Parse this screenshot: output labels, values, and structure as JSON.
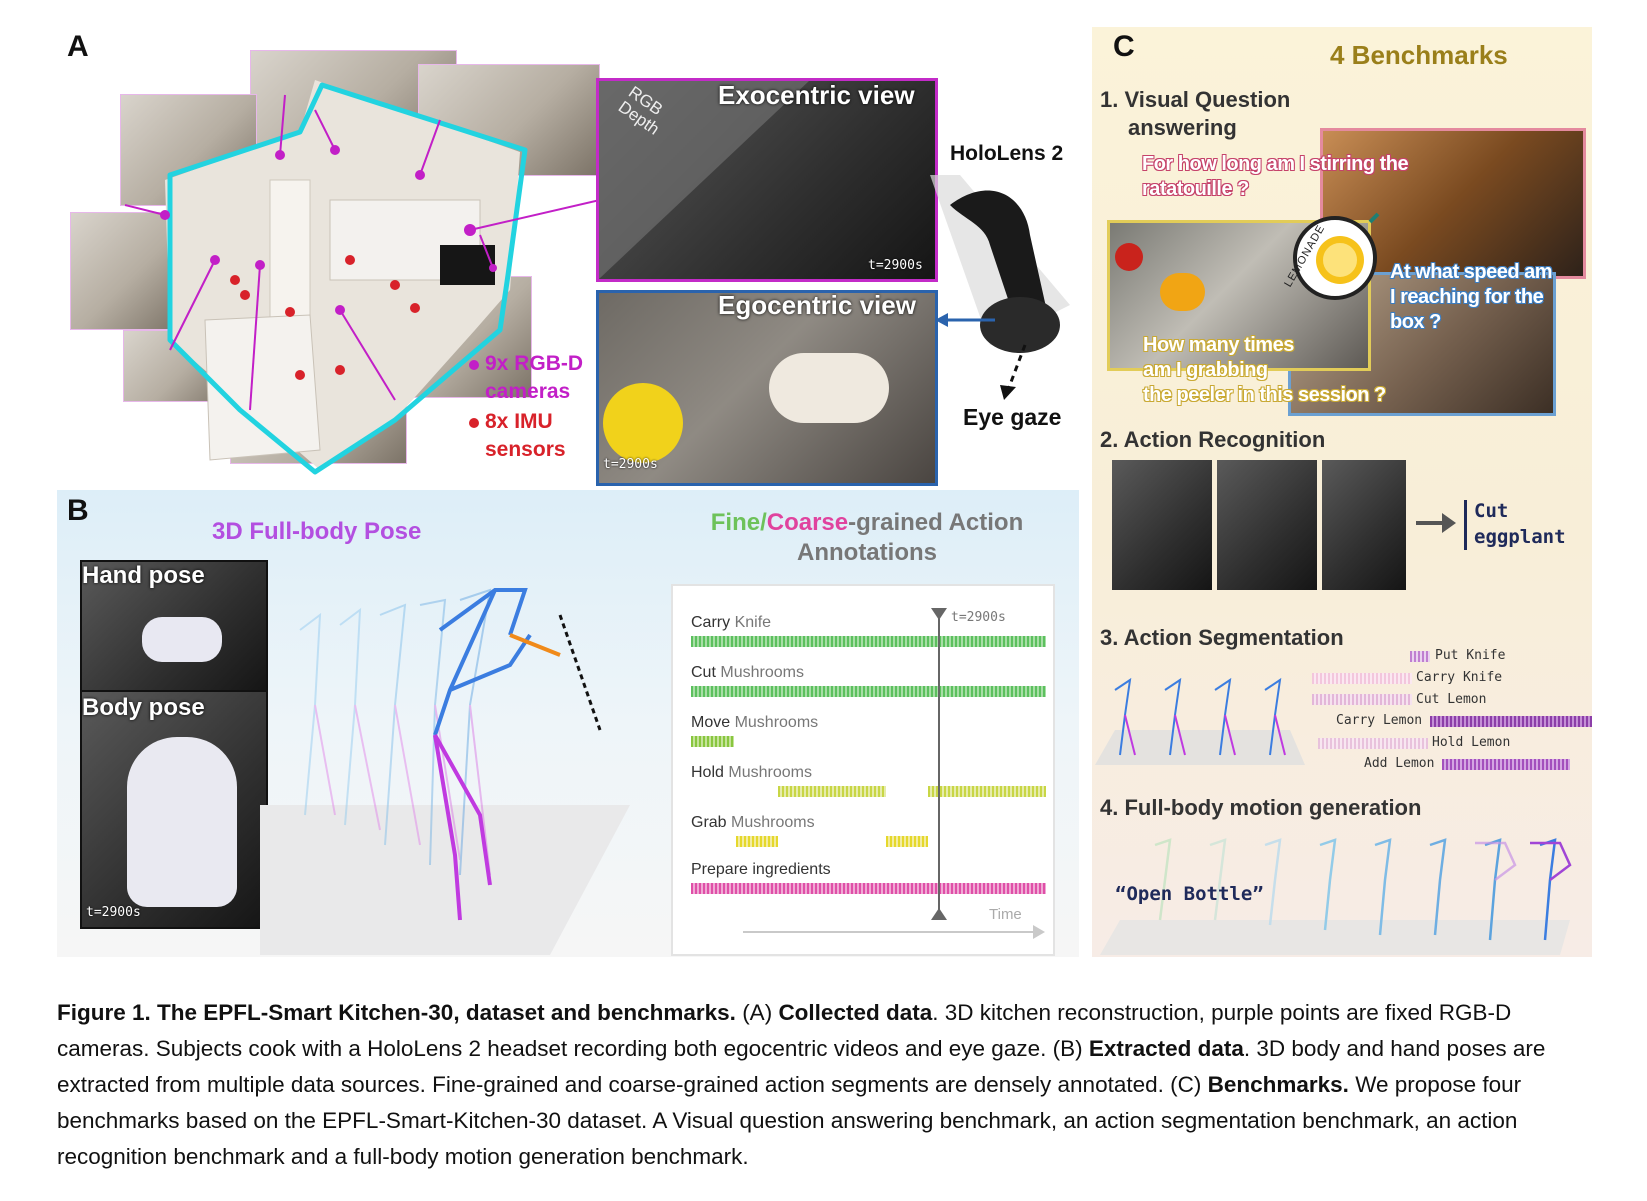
{
  "panel_a": {
    "letter": "A",
    "exo_label": "Exocentric view",
    "depth_label_1": "RGB",
    "depth_label_2": "Depth",
    "exo_time": "t=2900s",
    "ego_label": "Egocentric view",
    "ego_time": "t=2900s",
    "hololens_label": "HoloLens 2",
    "eye_gaze_label": "Eye gaze",
    "cameras_label_1": "9x RGB-D",
    "cameras_label_2": "cameras",
    "imu_label_1": "8x IMU",
    "imu_label_2": "sensors",
    "colors": {
      "outline": "#22d3e0",
      "camera": "#c21fc7",
      "imu": "#d8222a",
      "exo_border": "#c32bc8",
      "ego_border": "#2a63ad"
    }
  },
  "panel_b": {
    "letter": "B",
    "pose_title": "3D Full-body Pose",
    "hand_pose_label": "Hand pose",
    "body_pose_label": "Body pose",
    "pose_time": "t=2900s",
    "annot_title_fine": "Fine/",
    "annot_title_coarse": "Coarse",
    "annot_title_rest": "-grained Action",
    "annot_title_line2": "Annotations",
    "time_marker": "t=2900s",
    "time_axis": "Time",
    "actions": [
      {
        "verb": "Carry",
        "obj": "Knife"
      },
      {
        "verb": "Cut",
        "obj": "Mushrooms"
      },
      {
        "verb": "Move",
        "obj": "Mushrooms"
      },
      {
        "verb": "Hold",
        "obj": "Mushrooms"
      },
      {
        "verb": "Grab",
        "obj": "Mushrooms"
      },
      {
        "verb": "Prepare ingredients",
        "obj": ""
      }
    ]
  },
  "panel_c": {
    "letter": "C",
    "title": "4 Benchmarks",
    "b1_line1": "1. Visual Question",
    "b1_line2": "answering",
    "q1_line1": "For how long am I stirring the",
    "q1_line2": "ratatouille ?",
    "q2_line1": "At what speed am",
    "q2_line2": "I reaching for the",
    "q2_line3": "box ?",
    "q3_line1": "How many times",
    "q3_line2": "am I grabbing",
    "q3_line3": "the peeler in this session ?",
    "logo_text": "LEMONADE",
    "b2_title": "2. Action Recognition",
    "recog_line1": "Cut",
    "recog_line2": "eggplant",
    "b3_title": "3. Action Segmentation",
    "segments": [
      "Put Knife",
      "Carry Knife",
      "Cut Lemon",
      "Carry Lemon",
      "Hold Lemon",
      "Add Lemon"
    ],
    "b4_title": "4. Full-body motion generation",
    "motion_prompt": "“Open Bottle”"
  },
  "caption": {
    "fig": "Figure 1. The EPFL-Smart Kitchen-30, dataset and benchmarks.",
    "a_tag": " (A) ",
    "a_bold": "Collected data",
    "a_text": ". 3D kitchen reconstruction, purple points are fixed RGB-D cameras. Subjects cook with a HoloLens 2 headset recording both egocentric videos and eye gaze. (B) ",
    "b_bold": "Extracted data",
    "b_text": ". 3D body and hand poses are extracted from multiple data sources. Fine-grained and coarse-grained action segments are densely annotated. (C) ",
    "c_bold": "Benchmarks.",
    "c_text": " We propose four benchmarks based on the EPFL-Smart-Kitchen-30 dataset. A Visual question answering benchmark, an action segmentation benchmark, an action recognition benchmark and a full-body motion generation benchmark."
  }
}
